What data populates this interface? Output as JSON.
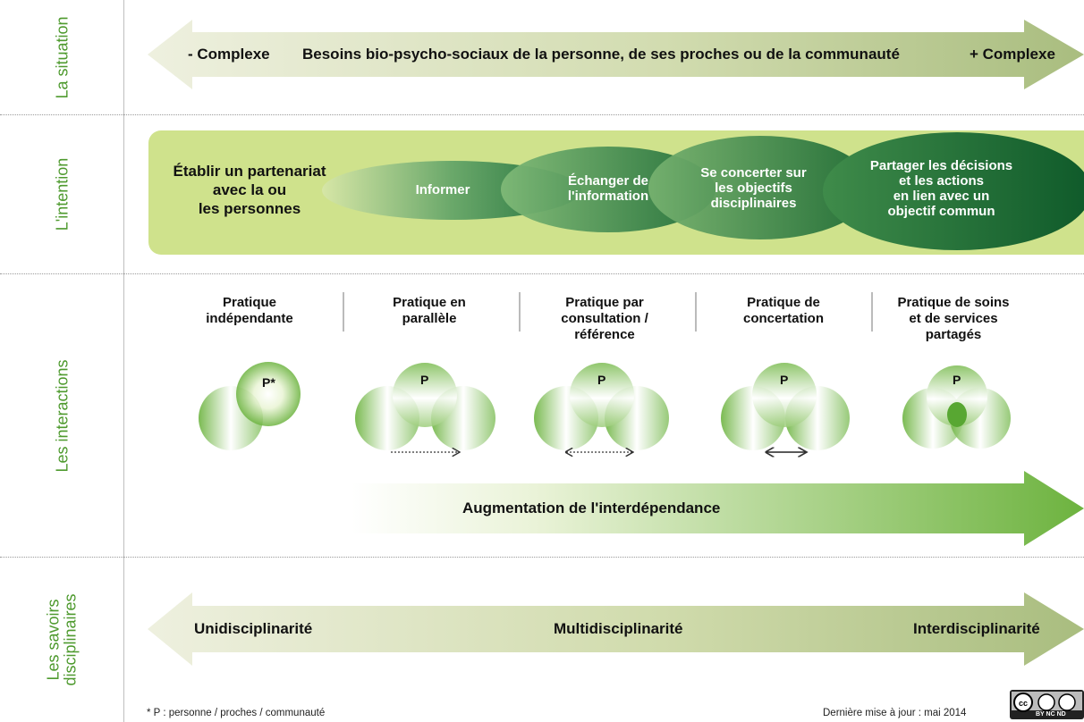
{
  "row_labels": {
    "situation": "La situation",
    "intention": "L'intention",
    "interactions": "Les interactions",
    "savoirs": "Les savoirs\ndisciplinaires"
  },
  "situation": {
    "left": "- Complexe",
    "center": "Besoins bio-psycho-sociaux de la personne, de ses proches ou de la communauté",
    "right": "+ Complexe"
  },
  "intention": {
    "goal": "Établir un partenariat\navec la ou\nles personnes",
    "stages": [
      "Informer",
      "Échanger de\nl'information",
      "Se concerter sur\nles objectifs\ndisciplinaires",
      "Partager les décisions\net les actions\nen lien avec un\nobjectif commun"
    ]
  },
  "interactions": {
    "practices": [
      {
        "title": "Pratique\nindépendante",
        "p_label": "P*"
      },
      {
        "title": "Pratique en\nparallèle",
        "p_label": "P"
      },
      {
        "title": "Pratique par\nconsultation /\nréférence",
        "p_label": "P"
      },
      {
        "title": "Pratique de\nconcertation",
        "p_label": "P"
      },
      {
        "title": "Pratique de soins\net de services\npartagés",
        "p_label": "P"
      }
    ],
    "arrow_label": "Augmentation de l'interdépendance"
  },
  "savoirs": {
    "left": "Unidisciplinarité",
    "center": "Multidisciplinarité",
    "right": "Interdisciplinarité"
  },
  "footer": {
    "note": "* P : personne / proches / communauté",
    "updated": "Dernière mise à jour : mai 2014",
    "license_text": "BY  NC  ND"
  },
  "colors": {
    "accent_green": "#4e9a2e",
    "dark_green": "#1d6b2f",
    "light_green_box": "#cfe28c",
    "arrow_light": "#e8ebd8",
    "arrow_dark": "#a8bb7c"
  }
}
